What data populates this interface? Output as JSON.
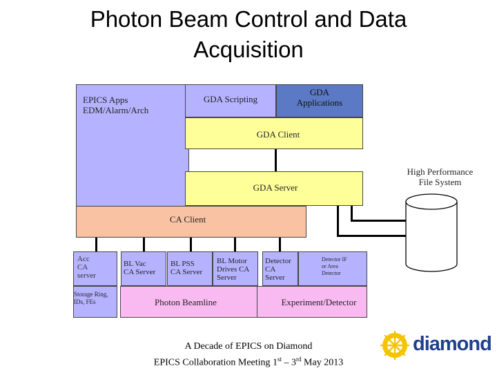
{
  "slide": {
    "title_line1": "Photon Beam Control and Data",
    "title_line2": "Acquisition"
  },
  "diagram": {
    "epics_apps_line1": "EPICS Apps",
    "epics_apps_line2": "EDM/Alarm/Arch",
    "gda_scripting": "GDA Scripting",
    "gda_applications_line1": "GDA",
    "gda_applications_line2": "Applications",
    "gda_client": "GDA Client",
    "gda_server": "GDA Server",
    "ca_client": "CA Client",
    "hpfs_line1": "High Performance",
    "hpfs_line2": "File System",
    "acc_ca_server_line1": "Acc",
    "acc_ca_server_line2": "CA",
    "acc_ca_server_line3": "server",
    "storage_ring_line1": "Storage Ring,",
    "storage_ring_line2": "IDs, FEs",
    "bl_vac_line1": "BL Vac",
    "bl_vac_line2": "CA Server",
    "bl_pss_line1": "BL PSS",
    "bl_pss_line2": "CA Server",
    "bl_motor_line1": "BL Motor",
    "bl_motor_line2": "Drives CA",
    "bl_motor_line3": "Server",
    "detector_ca_line1": "Detector",
    "detector_ca_line2": "CA",
    "detector_ca_line3": "Server",
    "detector_if_line1": "Detector  IF",
    "detector_if_line2": "or Area",
    "detector_if_line3": "Detector",
    "photon_beamline": "Photon Beamline",
    "experiment_detector": "Experiment/Detector"
  },
  "footer": {
    "line1": "A Decade of EPICS on Diamond",
    "line2_pre": "EPICS Collaboration Meeting 1",
    "sup1": "st",
    "line2_mid": " – 3",
    "sup2": "rd",
    "line2_post": " May 2013"
  },
  "logo": {
    "text": "diamond",
    "brand_color": "#1f3f8f",
    "accent_color": "#f5c400"
  },
  "colors": {
    "lavender": "#b5b3ff",
    "blue": "#5b79c4",
    "yellow": "#ffff99",
    "peach": "#f9c3a3",
    "pink": "#f9b9f1"
  }
}
